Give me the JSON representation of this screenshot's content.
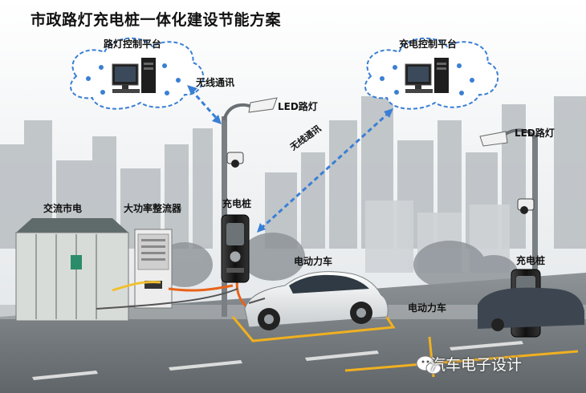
{
  "title": "市政路灯充电桩一体化建设节能方案",
  "labels": {
    "streetlight_platform": "路灯控制平台",
    "charging_platform": "充电控制平台",
    "wireless_1": "无线通讯",
    "wireless_2": "无线通讯",
    "led_light_1": "LED路灯",
    "led_light_2": "LED路灯",
    "ac_mains": "交流市电",
    "rectifier": "大功率整流器",
    "charger_1": "充电桩",
    "charger_2": "充电桩",
    "ev_1": "电动力车",
    "ev_2": "电动力车"
  },
  "watermark": "汽车电子设计",
  "colors": {
    "cloud_stroke": "#3a7fd5",
    "wireless_link": "#3a7fd5",
    "cable_orange": "#e8631a",
    "parking_line": "#f0b020",
    "charger_body": "#1a1a1a"
  }
}
